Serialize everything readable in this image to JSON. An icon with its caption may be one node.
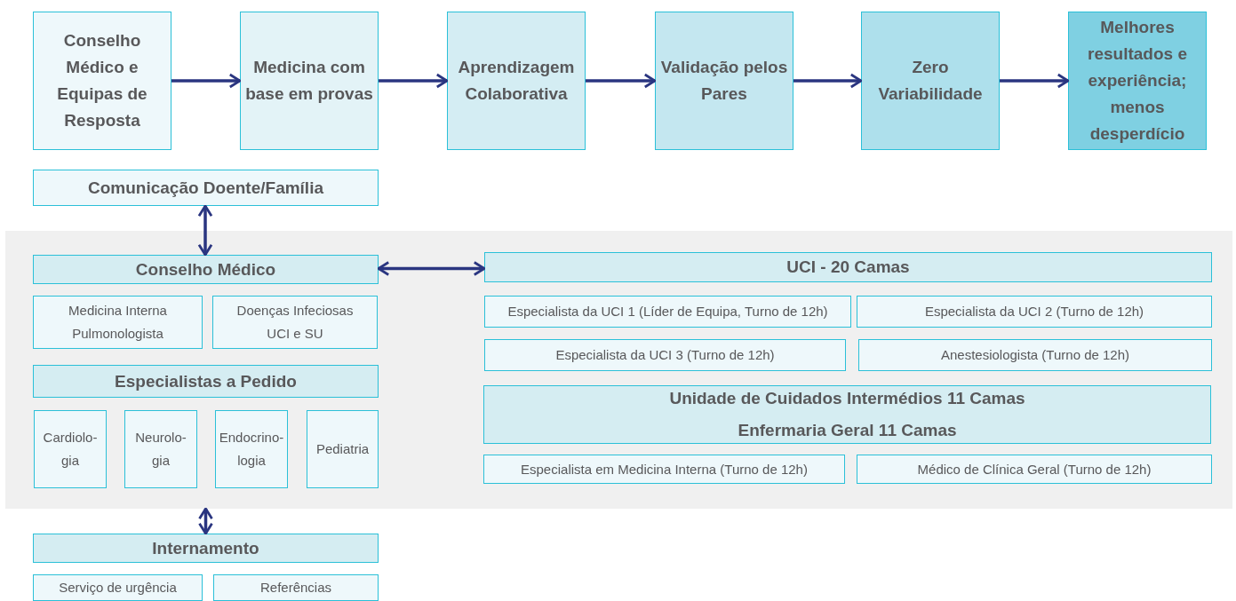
{
  "diagram": {
    "nodes": [
      {
        "text": [
          "Conselho Médico e Equipas de Resposta"
        ]
      },
      {
        "text": [
          "Medicina com base em provas"
        ]
      },
      {
        "text": [
          "Aprendizagem Colaborativa"
        ]
      },
      {
        "text": [
          "Validação pelos Pares"
        ]
      },
      {
        "text": [
          "Zero Variabilidade"
        ]
      },
      {
        "text": [
          "Melhores resultados e experiência; menos desperdício"
        ]
      },
      {
        "text": [
          "Comunicação Doente/Família"
        ]
      },
      {
        "text": [],
        "shape": "box"
      },
      {
        "text": [
          "Conselho Médico"
        ],
        "in": 7
      },
      {
        "text": [
          "Medicina Interna",
          "Pulmonologista"
        ],
        "in": 7
      },
      {
        "text": [
          "Doenças Infeciosas",
          "UCI e SU"
        ],
        "in": 7
      },
      {
        "text": [
          "Especialistas a Pedido"
        ],
        "in": 7
      },
      {
        "text": [
          "Cardiolo- gia"
        ],
        "in": 7
      },
      {
        "text": [
          "Neurolo- gia"
        ],
        "in": 7
      },
      {
        "text": [
          "Endocrino- logia"
        ],
        "in": 7
      },
      {
        "text": [
          "Pediatria"
        ],
        "in": 7
      },
      {
        "text": [
          "UCI - 20 Camas"
        ],
        "in": 7
      },
      {
        "text": [
          "Especialista da UCI 1 (Líder de Equipa, Turno de 12h)"
        ],
        "in": 7
      },
      {
        "text": [
          "Especialista da UCI 2 (Turno de 12h)"
        ],
        "in": 7
      },
      {
        "text": [
          "Especialista da UCI 3 (Turno de 12h)"
        ],
        "in": 7
      },
      {
        "text": [
          "Anestesiologista (Turno de 12h)"
        ],
        "in": 7
      },
      {
        "text": [
          "Unidade de Cuidados Intermédios 11 Camas",
          "Enfermaria Geral 11 Camas"
        ],
        "in": 7
      },
      {
        "text": [
          "Especialista em Medicina Interna (Turno de 12h)"
        ],
        "in": 7
      },
      {
        "text": [
          "Médico de Clínica Geral (Turno de 12h)"
        ],
        "in": 7
      },
      {
        "text": [
          "Internamento"
        ]
      },
      {
        "text": [
          "Serviço de urgência"
        ]
      },
      {
        "text": [
          "Referências"
        ]
      }
    ],
    "edges": [
      {
        "from": 0,
        "to": 1,
        "arrow": "to"
      },
      {
        "from": 1,
        "to": 2,
        "arrow": "to"
      },
      {
        "from": 2,
        "to": 3,
        "arrow": "to"
      },
      {
        "from": 3,
        "to": 4,
        "arrow": "to"
      },
      {
        "from": 4,
        "to": 5,
        "arrow": "to"
      },
      {
        "from": 6,
        "to": 8,
        "arrow": "both"
      },
      {
        "from": 8,
        "to": 16,
        "arrow": "both"
      },
      {
        "from": 7,
        "to": 24,
        "arrow": "both"
      }
    ]
  }
}
